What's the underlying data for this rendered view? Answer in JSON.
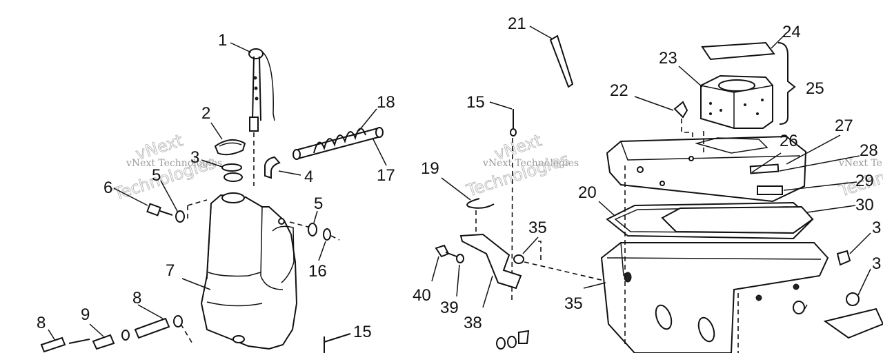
{
  "callouts": {
    "c1": "1",
    "c2": "2",
    "c3": "3",
    "c4": "4",
    "c5a": "5",
    "c5b": "5",
    "c6": "6",
    "c7": "7",
    "c8a": "8",
    "c8b": "8",
    "c9": "9",
    "c15a": "15",
    "c15b": "15",
    "c16": "16",
    "c17": "17",
    "c18": "18",
    "c19": "19",
    "c20": "20",
    "c21": "21",
    "c22": "22",
    "c23": "23",
    "c24": "24",
    "c25": "25",
    "c26": "26",
    "c27": "27",
    "c28": "28",
    "c29": "29",
    "c30": "30",
    "c31": "3",
    "c32": "3",
    "c35a": "35",
    "c35b": "35",
    "c38": "38",
    "c39": "39",
    "c40": "40"
  },
  "watermark": {
    "line1": "vNext",
    "line2": "vNext Technologies",
    "line3": "Technologies",
    "line_right": "vNext Te"
  }
}
